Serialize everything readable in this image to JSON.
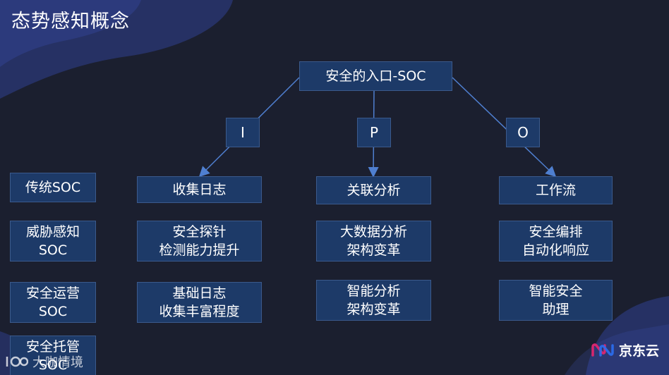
{
  "title": "态势感知概念",
  "root": "安全的入口-SOC",
  "letters": [
    "I",
    "P",
    "O"
  ],
  "left_column": [
    "传统SOC",
    "威胁感知\nSOC",
    "安全运营\nSOC",
    "安全托管\nSOC"
  ],
  "columns": [
    {
      "header": "收集日志",
      "items": [
        "安全探针\n检测能力提升",
        "基础日志\n收集丰富程度"
      ]
    },
    {
      "header": "关联分析",
      "items": [
        "大数据分析\n架构变革",
        "智能分析\n架构变革"
      ]
    },
    {
      "header": "工作流",
      "items": [
        "安全编排\n自动化响应",
        "智能安全\n助理"
      ]
    }
  ],
  "brand": {
    "text": "京东云",
    "icon": "jdcloud-logo-icon"
  },
  "watermark": {
    "text": "大咖情境",
    "icon": "watermark-logo-icon"
  },
  "colors": {
    "background": "#1b1f2f",
    "box_fill": "#1d3a68",
    "box_border": "#3b5a8c",
    "blob": "#2f3f8f",
    "accent_pink": "#d7266f",
    "accent_blue": "#2b6ff3"
  }
}
